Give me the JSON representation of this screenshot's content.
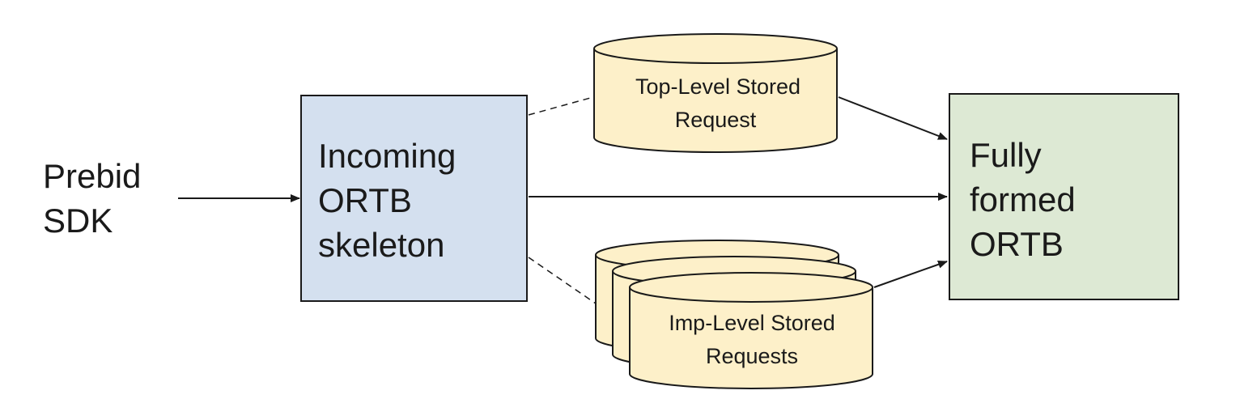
{
  "nodes": {
    "source": {
      "lines": [
        "Prebid",
        "SDK"
      ]
    },
    "skeleton": {
      "lines": [
        "Incoming",
        "ORTB",
        "skeleton"
      ],
      "fill": "#d4e0ef"
    },
    "top_level": {
      "lines": [
        "Top-Level Stored",
        "Request"
      ],
      "fill": "#fdf0c9"
    },
    "imp_level": {
      "lines": [
        "Imp-Level Stored",
        "Requests"
      ],
      "fill": "#fdf0c9"
    },
    "result": {
      "lines": [
        "Fully",
        "formed",
        "ORTB"
      ],
      "fill": "#dde9d4"
    }
  },
  "colors": {
    "stroke": "#1a1a1a"
  }
}
